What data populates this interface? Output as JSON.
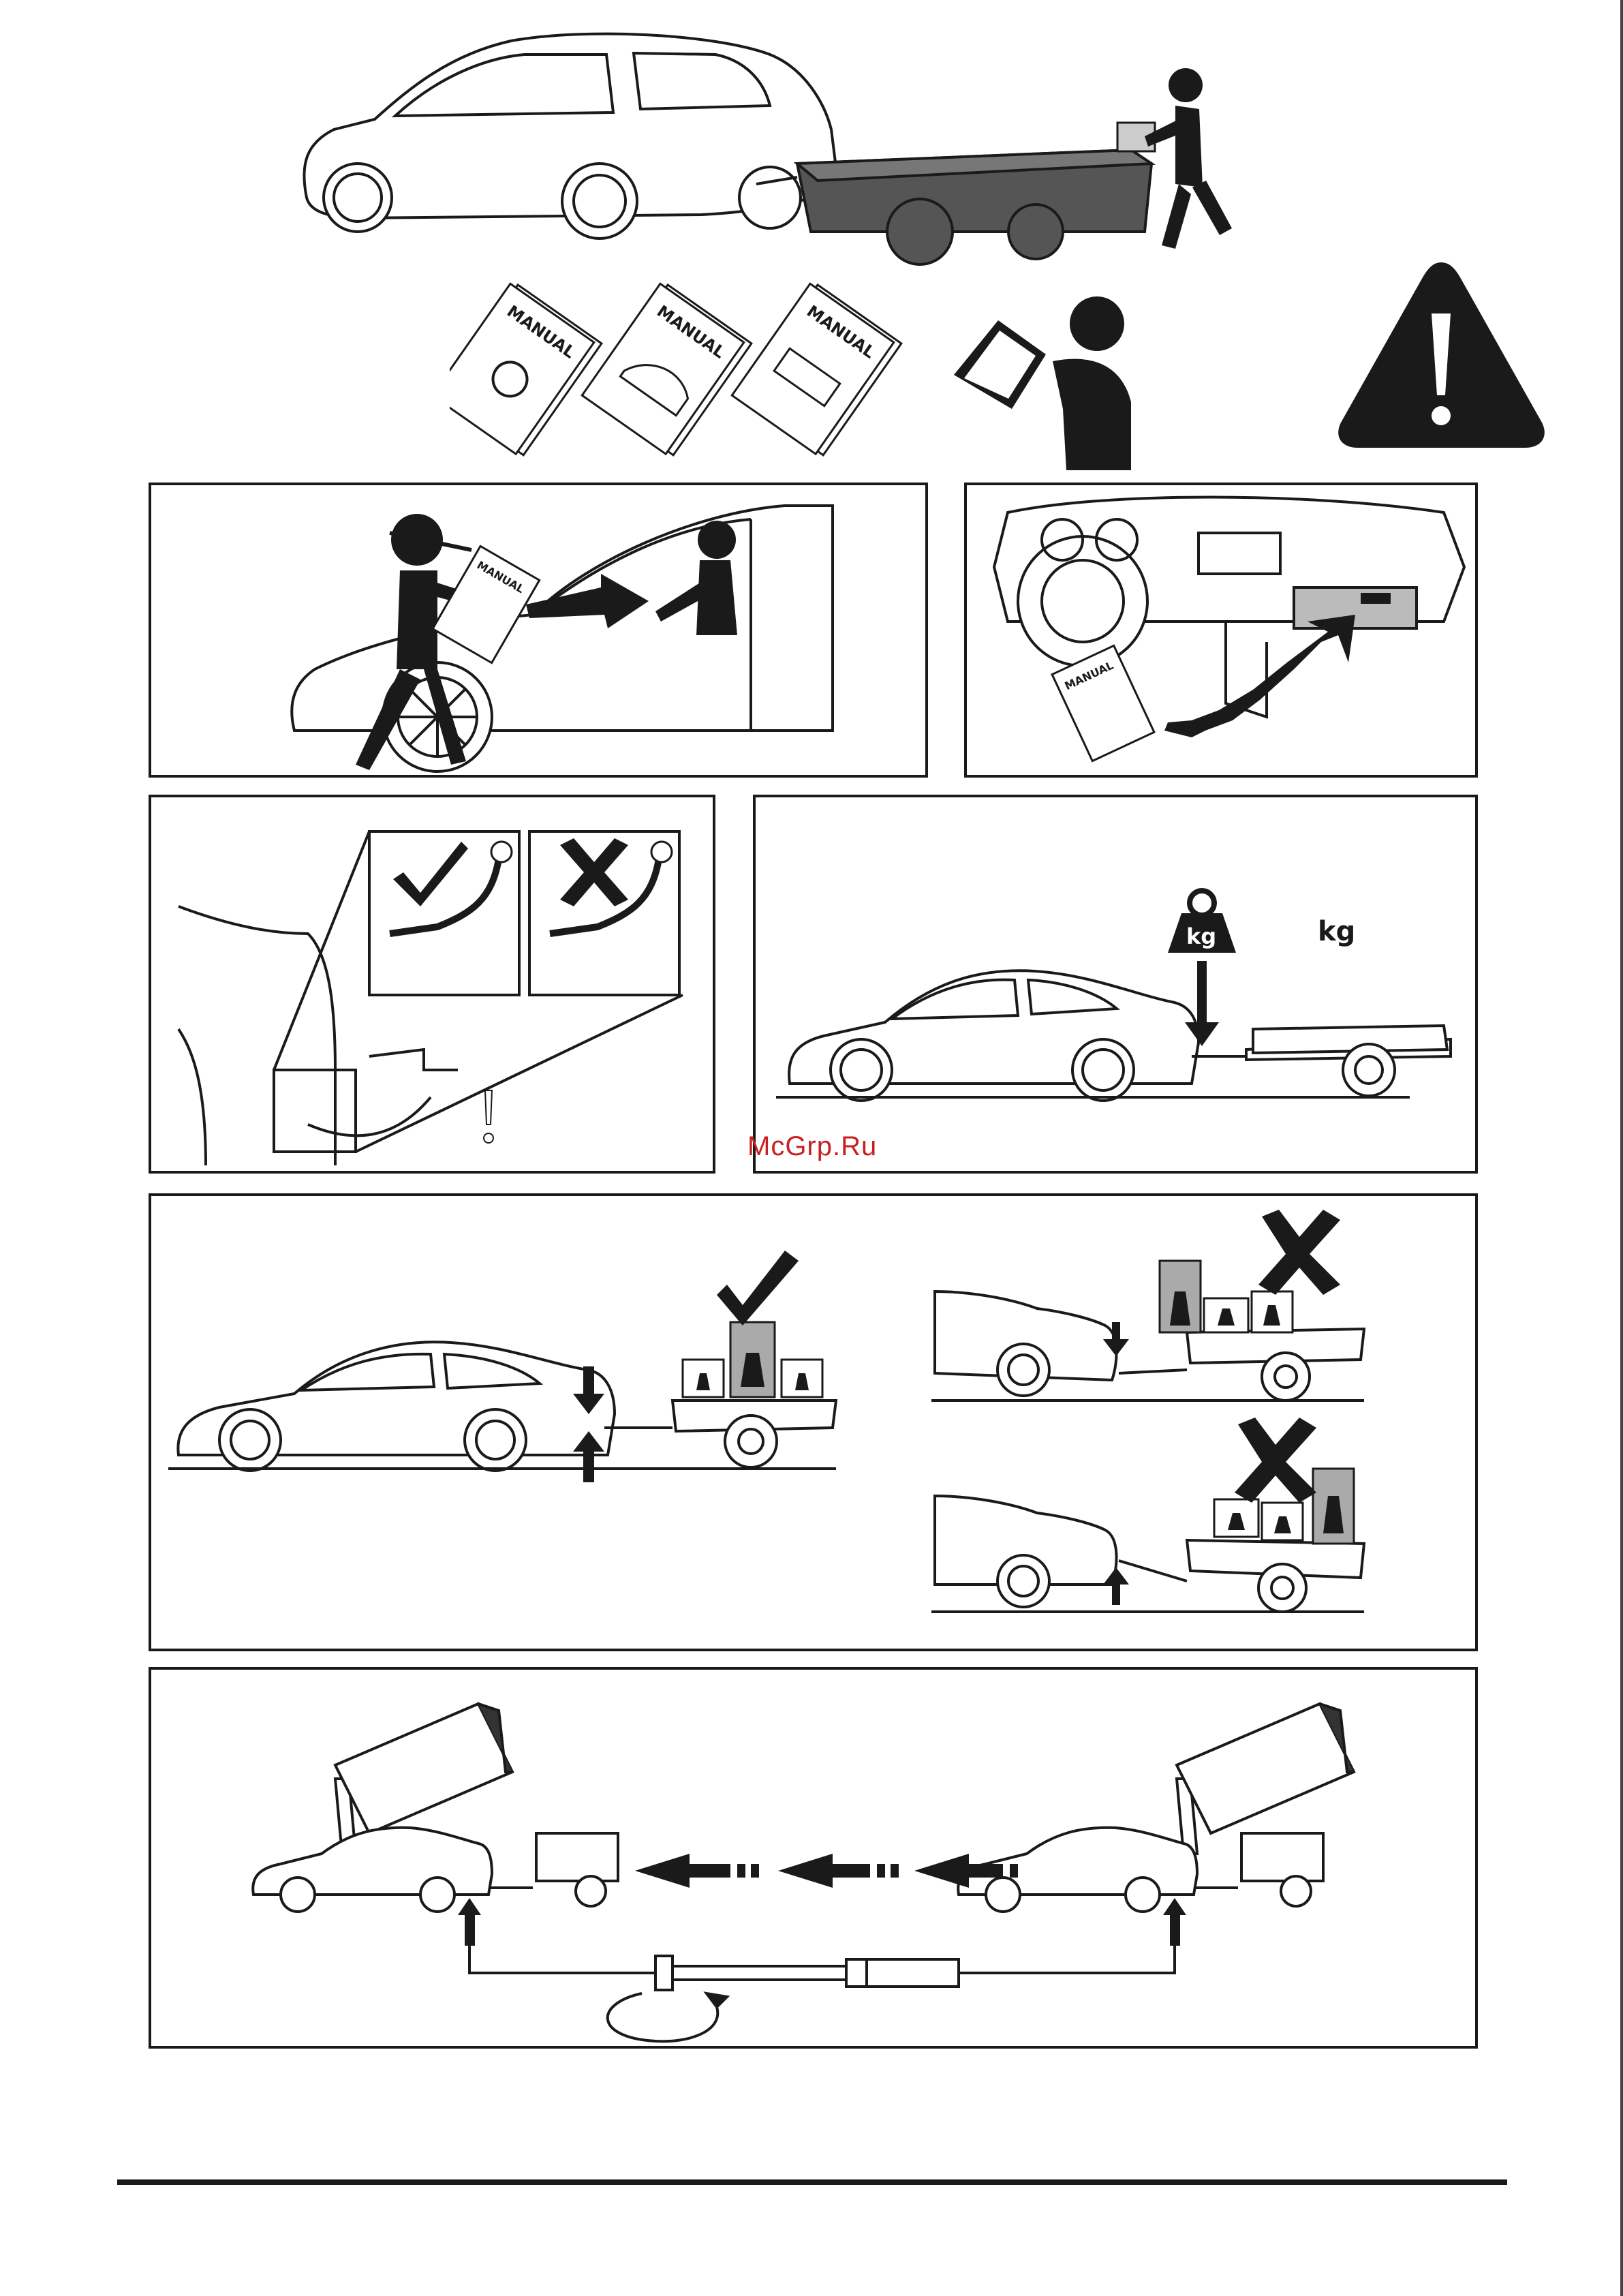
{
  "manuals": {
    "label1": "MANUAL",
    "label2": "MANUAL",
    "label3": "MANUAL"
  },
  "panel1": {
    "manual_label": "MANUAL"
  },
  "panel2": {
    "manual_label": "MANUAL"
  },
  "panel4": {
    "kg_on_weight": "kg",
    "kg_free": "kg"
  },
  "watermark": "McGrp.Ru",
  "icons": {
    "warning": "warning-triangle-icon",
    "check": "checkmark-icon",
    "cross": "cross-icon",
    "weight": "weight-icon"
  },
  "colors": {
    "ink": "#1a1a1a",
    "trailer_fill": "#555555",
    "weight_fill": "#aaaaaa"
  }
}
